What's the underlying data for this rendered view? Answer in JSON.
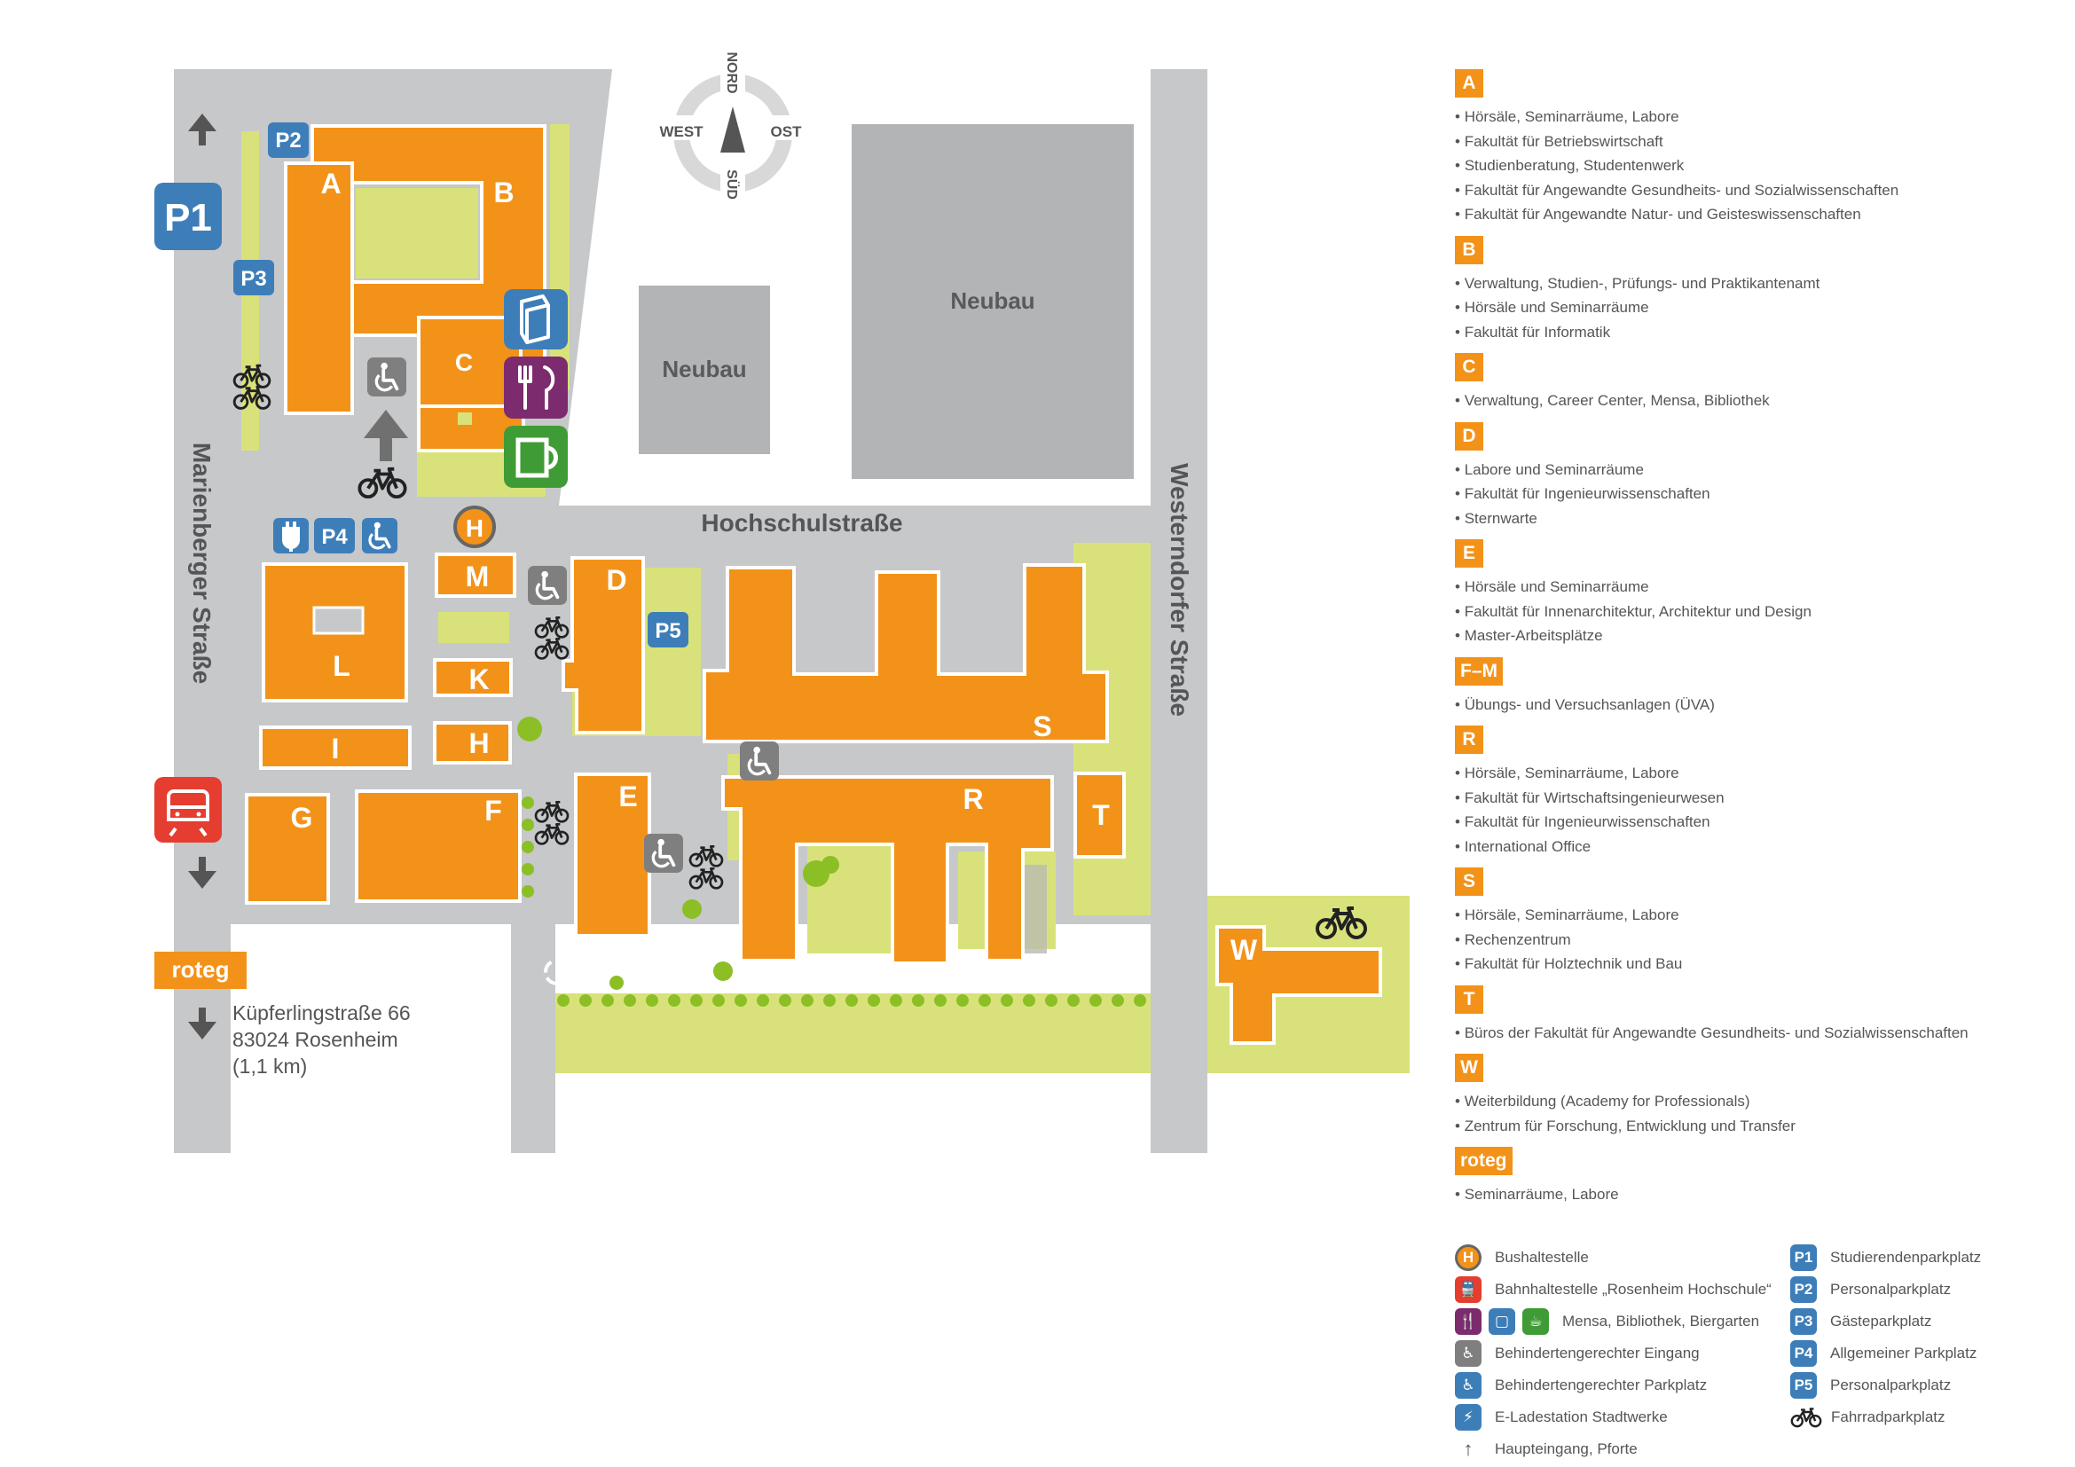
{
  "map": {
    "compass": {
      "north": "NORD",
      "south": "SÜD",
      "west": "WEST",
      "east": "OST"
    },
    "streets": {
      "hochschul": "Hochschulstraße",
      "marienberger": "Marienberger Straße",
      "westerndorfer": "Westerndorfer Straße"
    },
    "neubau_labels": [
      "Neubau",
      "Neubau"
    ],
    "buildings": [
      "A",
      "B",
      "C",
      "D",
      "E",
      "F",
      "G",
      "H",
      "I",
      "K",
      "L",
      "M",
      "R",
      "S",
      "T",
      "W"
    ],
    "parking": {
      "p1": "P1",
      "p2": "P2",
      "p3": "P3",
      "p4": "P4",
      "p5": "P5"
    },
    "bus_stop": "H",
    "roteg": "roteg",
    "address": [
      "Küpferlingstraße 66",
      "83024 Rosenheim",
      "(1,1 km)"
    ]
  },
  "legend": {
    "sections": [
      {
        "badge": "A",
        "items": [
          "Hörsäle, Seminarräume, Labore",
          "Fakultät für Betriebswirtschaft",
          "Studienberatung, Studentenwerk",
          "Fakultät für Angewandte Gesundheits- und Sozialwissenschaften",
          "Fakultät für Angewandte Natur- und Geisteswissenschaften"
        ]
      },
      {
        "badge": "B",
        "items": [
          "Verwaltung, Studien-, Prüfungs- und Praktikantenamt",
          "Hörsäle und Seminarräume",
          "Fakultät für Informatik"
        ]
      },
      {
        "badge": "C",
        "items": [
          "Verwaltung, Career Center, Mensa, Bibliothek"
        ]
      },
      {
        "badge": "D",
        "items": [
          "Labore und Seminarräume",
          "Fakultät für Ingenieurwissenschaften",
          "Sternwarte"
        ]
      },
      {
        "badge": "E",
        "items": [
          "Hörsäle und Seminarräume",
          "Fakultät für Innenarchitektur, Architektur und Design",
          "Master-Arbeitsplätze"
        ]
      },
      {
        "badge": "F–M",
        "items": [
          "Übungs- und Versuchsanlagen (ÜVA)"
        ]
      },
      {
        "badge": "R",
        "items": [
          "Hörsäle, Seminarräume, Labore",
          "Fakultät für Wirtschaftsingenieurwesen",
          "Fakultät für Ingenieurwissenschaften",
          "International Office"
        ]
      },
      {
        "badge": "S",
        "items": [
          "Hörsäle, Seminarräume, Labore",
          "Rechenzentrum",
          "Fakultät für Holztechnik und Bau"
        ]
      },
      {
        "badge": "T",
        "items": [
          "Büros der Fakultät für Angewandte Gesundheits- und Sozialwissenschaften"
        ]
      },
      {
        "badge": "W",
        "items": [
          "Weiterbildung (Academy for Professionals)",
          "Zentrum für Forschung, Entwicklung und Transfer"
        ]
      },
      {
        "badge": "roteg",
        "items": [
          "Seminarräume, Labore"
        ]
      }
    ],
    "keys_left": [
      {
        "icon": "bus-stop-icon",
        "label": "Bushaltestelle"
      },
      {
        "icon": "train-icon",
        "label": "Bahnhaltestelle „Rosenheim Hochschule“"
      },
      {
        "icon": "mensa-bibliothek-biergarten-icons",
        "label": "Mensa, Bibliothek, Biergarten"
      },
      {
        "icon": "accessible-entrance-icon",
        "label": "Behindertengerechter Eingang"
      },
      {
        "icon": "accessible-parking-icon",
        "label": "Behindertengerechter Parkplatz"
      },
      {
        "icon": "ev-charging-icon",
        "label": "E-Ladestation Stadtwerke"
      },
      {
        "icon": "arrow-up-icon",
        "label": "Haupteingang, Pforte"
      }
    ],
    "keys_right": [
      {
        "badge": "P1",
        "label": "Studierendenparkplatz"
      },
      {
        "badge": "P2",
        "label": "Personalparkplatz"
      },
      {
        "badge": "P3",
        "label": "Gästeparkplatz"
      },
      {
        "badge": "P4",
        "label": "Allgemeiner Parkplatz"
      },
      {
        "badge": "P5",
        "label": "Personalparkplatz"
      },
      {
        "icon": "bicycle-icon",
        "label": "Fahrradparkplatz"
      }
    ]
  },
  "colors": {
    "orange": "#f39219",
    "grey": "#c6c8ca",
    "green": "#d9e27a",
    "blue": "#3d7eb9",
    "purple": "#7c2b6e",
    "darkgreen": "#3f9b35",
    "red": "#e53d2f",
    "accessGrey": "#7f7f7f"
  }
}
